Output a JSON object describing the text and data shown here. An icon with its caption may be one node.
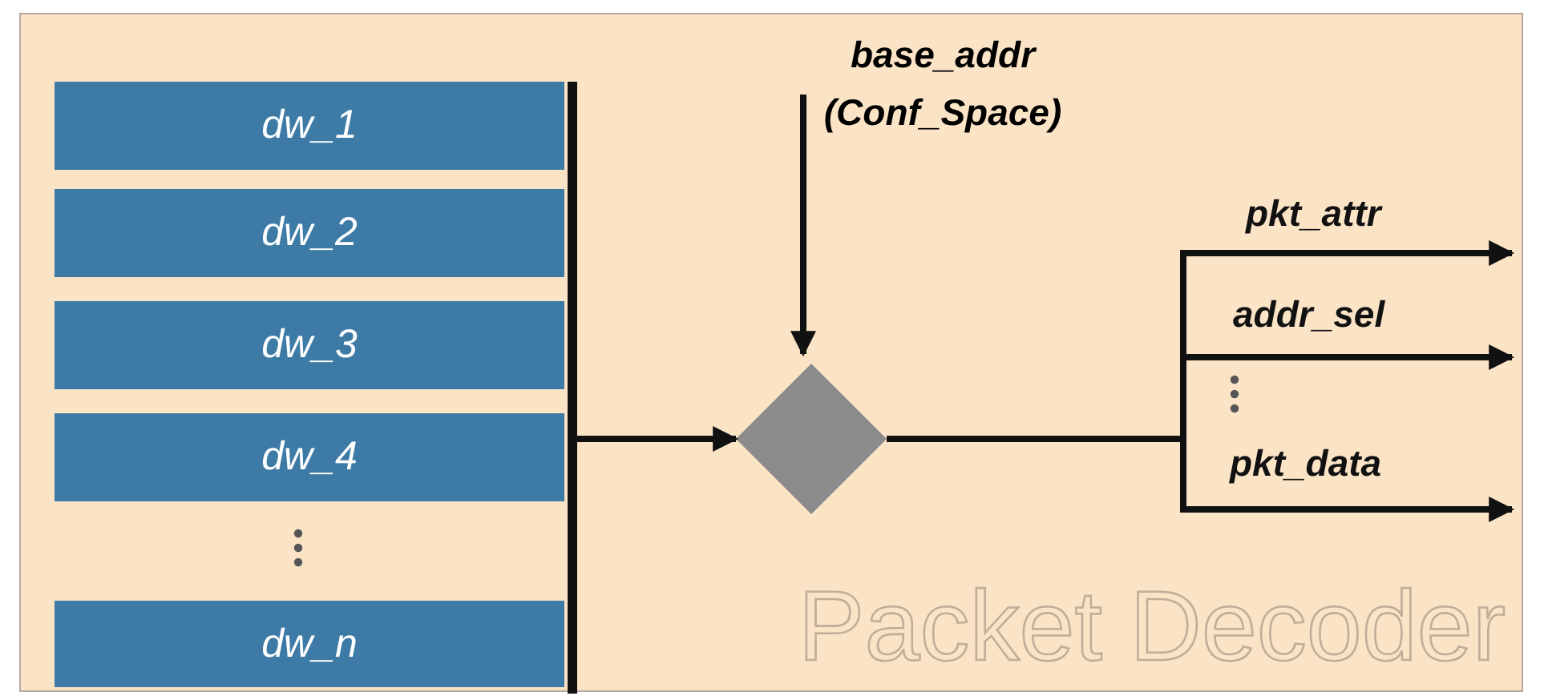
{
  "diagram": {
    "nodes": [
      {
        "text": [
          "Packet Decoder"
        ]
      },
      {
        "text": [
          "dw_1"
        ],
        "in": 0
      },
      {
        "text": [
          "dw_2"
        ],
        "in": 0
      },
      {
        "text": [
          "dw_3"
        ],
        "in": 0
      },
      {
        "text": [
          "dw_4"
        ],
        "in": 0
      },
      {
        "text": [
          "dw_n"
        ],
        "in": 0
      },
      {
        "text": [],
        "shape": "bar",
        "in": 0
      },
      {
        "text": [],
        "shape": "diamond",
        "in": 0
      },
      {
        "text": [
          "base_addr (Conf_Space)"
        ],
        "in": 0
      }
    ],
    "edges": [
      {
        "from": 6,
        "to": 7,
        "arrow": "to"
      },
      {
        "from": 8,
        "to": 7,
        "arrow": "to"
      },
      {
        "from": 7,
        "to": null,
        "arrow": "to",
        "label": "pkt_attr"
      },
      {
        "from": 7,
        "to": null,
        "arrow": "to",
        "label": "addr_sel"
      },
      {
        "from": 7,
        "to": null,
        "arrow": "to",
        "label": "pkt_data"
      }
    ]
  }
}
